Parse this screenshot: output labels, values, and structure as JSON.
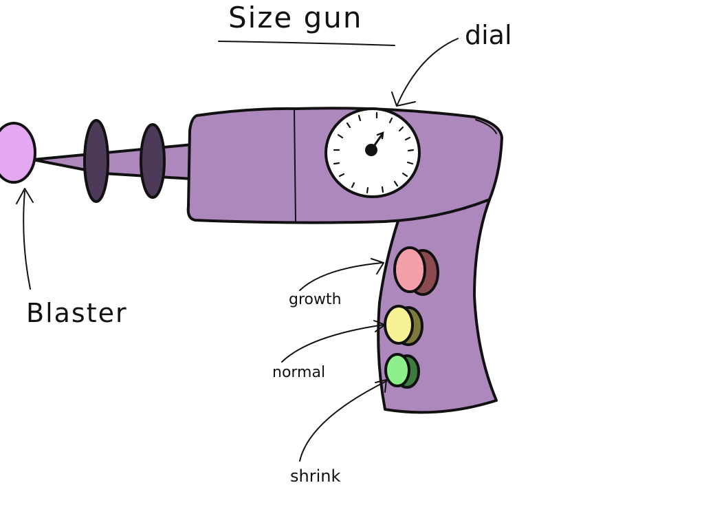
{
  "title": "Size gun",
  "labels": {
    "dial": "dial",
    "blaster": "Blaster",
    "growth": "growth",
    "normal": "normal",
    "shrink": "shrink"
  },
  "colors": {
    "body": "#ad88bd",
    "barrel_ring": "#4d3a59",
    "blaster_orb": "#e4a7f2",
    "growth_button": "#f4a0aa",
    "growth_button_side": "#8a4a50",
    "normal_button": "#f7f294",
    "normal_button_side": "#7d7a3a",
    "shrink_button": "#8ef08a",
    "shrink_button_side": "#3f7a3f",
    "dial_face": "#ffffff",
    "ink": "#111111"
  },
  "icons": {
    "dial": "gauge-icon",
    "buttons": [
      "growth-button-icon",
      "normal-button-icon",
      "shrink-button-icon"
    ]
  }
}
